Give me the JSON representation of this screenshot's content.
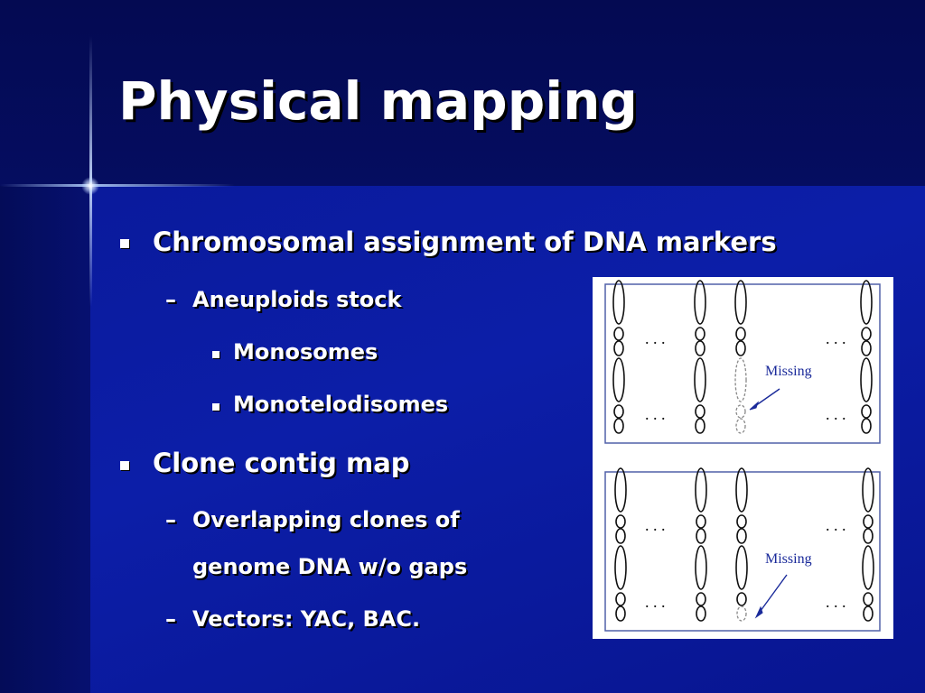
{
  "slide": {
    "title": "Physical mapping",
    "bullets": [
      {
        "text": "Chromosomal assignment of DNA markers"
      },
      {
        "text": "Aneuploids stock"
      },
      {
        "text": "Monosomes"
      },
      {
        "text": "Monotelodisomes"
      },
      {
        "text": "Clone contig map"
      },
      {
        "text": "Overlapping clones of"
      },
      {
        "text": "genome DNA w/o gaps"
      },
      {
        "text": "Vectors: YAC, BAC."
      }
    ]
  },
  "figure": {
    "panels": [
      {
        "missing_label": "Missing",
        "ellipsis": ". . ."
      },
      {
        "missing_label": "Missing",
        "ellipsis": ". . ."
      }
    ]
  }
}
